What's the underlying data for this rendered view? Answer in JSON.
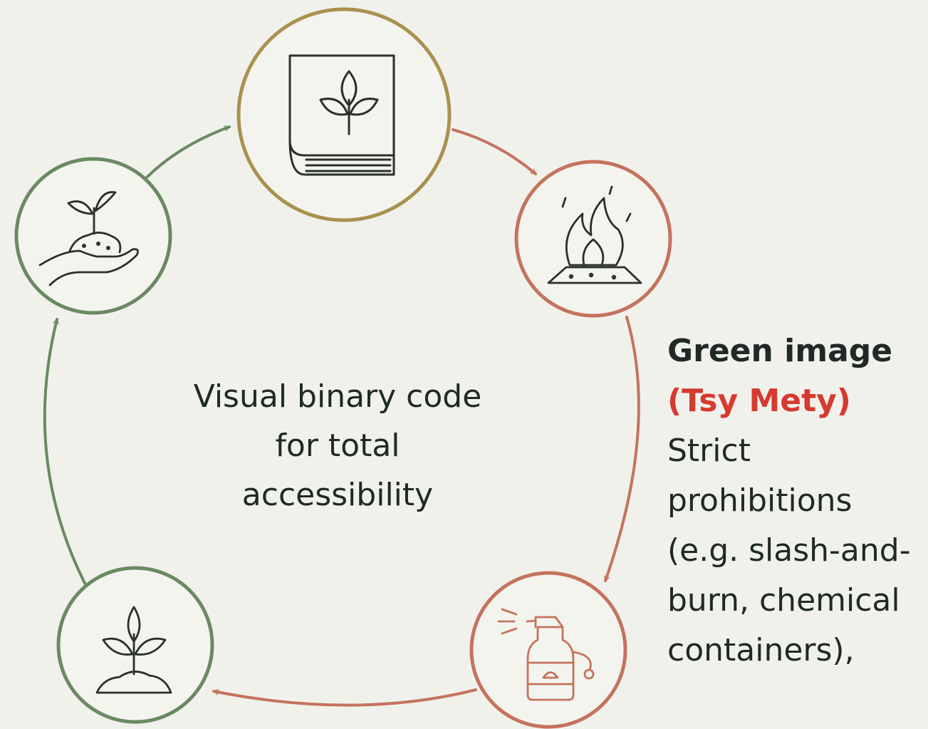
{
  "diagram": {
    "center_lines": [
      "Visual binary code",
      "for total",
      "accessibility"
    ],
    "side_title": "Green image",
    "side_subtitle": "(Tsy Mety)",
    "side_lines": [
      "Strict",
      "prohibitions",
      "(e.g. slash-and-",
      "burn, chemical",
      "containers),"
    ],
    "nodes": [
      {
        "icon": "book-plant-icon",
        "color": "#a9914f"
      },
      {
        "icon": "fire-icon",
        "color": "#c4735d"
      },
      {
        "icon": "spray-bottle-icon",
        "color": "#c4735d"
      },
      {
        "icon": "sprout-icon",
        "color": "#6a8a62"
      },
      {
        "icon": "hand-seedling-icon",
        "color": "#6a8a62"
      }
    ],
    "colors": {
      "green": "#6a8a62",
      "gold": "#a9914f",
      "terracotta": "#c4735d",
      "red_text": "#d63a2f",
      "ink": "#2a302c"
    }
  }
}
